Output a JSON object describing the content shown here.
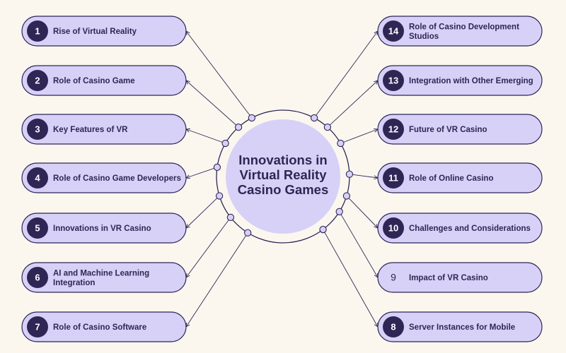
{
  "center": {
    "title_lines": [
      "Innovations in",
      "Virtual Reality",
      "Casino Games"
    ]
  },
  "items": [
    {
      "number": "1",
      "label": "Rise of Virtual Reality"
    },
    {
      "number": "2",
      "label": "Role of Casino Game"
    },
    {
      "number": "3",
      "label": "Key Features of VR"
    },
    {
      "number": "4",
      "label": "Role of Casino Game Developers"
    },
    {
      "number": "5",
      "label": "Innovations in VR Casino"
    },
    {
      "number": "6",
      "label": "AI and Machine Learning Integration"
    },
    {
      "number": "7",
      "label": "Role of Casino Software"
    },
    {
      "number": "8",
      "label": "Server Instances for Mobile"
    },
    {
      "number": "9",
      "label": "Impact of VR Casino"
    },
    {
      "number": "10",
      "label": "Challenges and Considerations"
    },
    {
      "number": "11",
      "label": "Role of Online Casino"
    },
    {
      "number": "12",
      "label": "Future of VR Casino"
    },
    {
      "number": "13",
      "label": "Integration with Other Emerging"
    },
    {
      "number": "14",
      "label": "Role of Casino Development Studios"
    }
  ],
  "colors": {
    "background": "#fbf7ef",
    "pill_fill": "#d7d1f7",
    "dark": "#2f2655"
  }
}
